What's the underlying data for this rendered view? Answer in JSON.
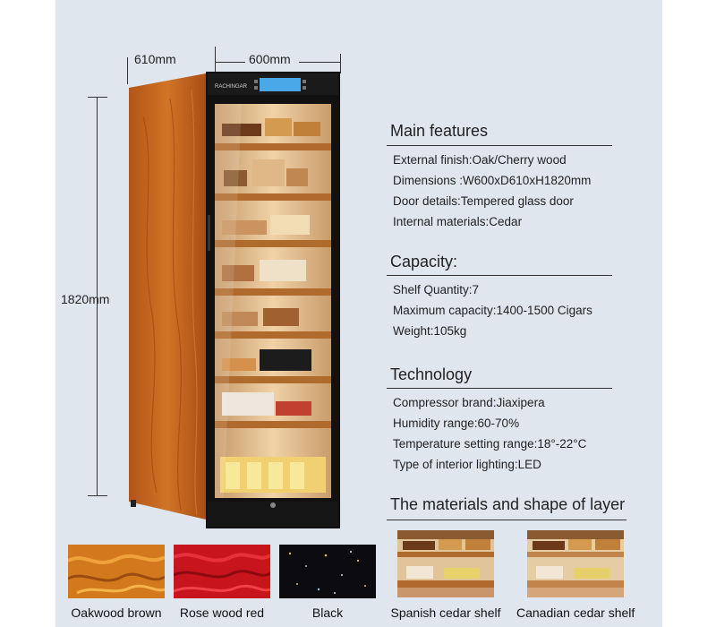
{
  "dimensions": {
    "depth": "610mm",
    "width": "600mm",
    "height": "1820mm"
  },
  "brand": "RACHINGAR",
  "sections": [
    {
      "title": "Main features",
      "items": [
        "External finish:Oak/Cherry wood",
        "Dimensions :W600xD610xH1820mm",
        "Door details:Tempered glass door",
        "Internal materials:Cedar"
      ]
    },
    {
      "title": "Capacity:",
      "items": [
        "Shelf Quantity:7",
        "Maximum capacity:1400-1500 Cigars",
        "Weight:105kg"
      ]
    },
    {
      "title": "Technology",
      "items": [
        "Compressor brand:Jiaxipera",
        "Humidity range:60-70%",
        "Temperature setting range:18°-22°C",
        "Type of interior lighting:LED"
      ]
    }
  ],
  "layer_title": "The materials and shape of layer",
  "finishes": [
    {
      "label": "Oakwood brown",
      "color": "#d2791e"
    },
    {
      "label": "Rose wood red",
      "color": "#c8141c"
    },
    {
      "label": "Black",
      "color": "#0b0b10"
    }
  ],
  "shelves": [
    {
      "label": "Spanish cedar shelf"
    },
    {
      "label": "Canadian cedar shelf"
    }
  ],
  "colors": {
    "cabinet_wood": "#c4651c",
    "cabinet_frame": "#111111",
    "interior_wood": "#e9c496",
    "display_blue": "#4aa8e8"
  }
}
